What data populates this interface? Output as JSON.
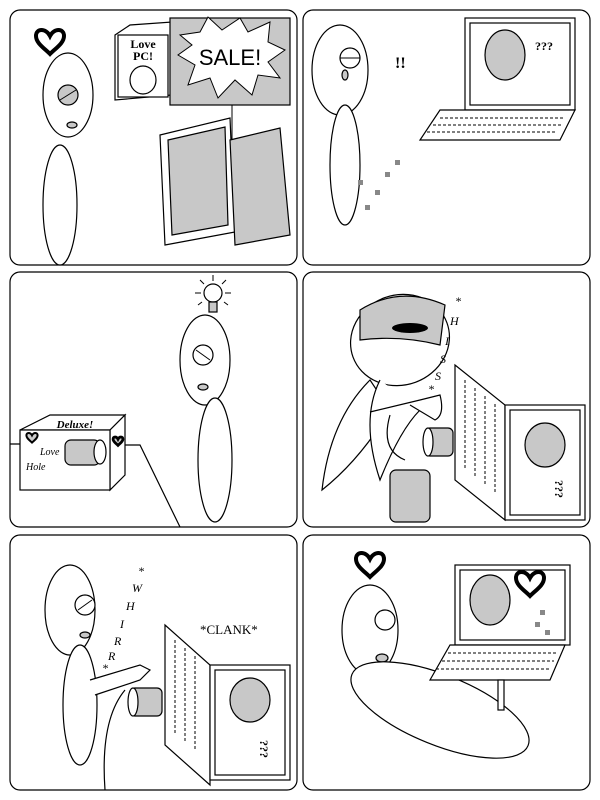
{
  "panels": {
    "p1": {
      "box_label_1": "Love",
      "box_label_2": "PC!",
      "sale": "SALE!"
    },
    "p2": {
      "exclaim": "!!",
      "screen_text": "???"
    },
    "p3": {
      "box_title": "Deluxe!",
      "box_word_1": "Love",
      "box_word_2": "Hole"
    },
    "p4": {
      "sfx": [
        "*",
        "H",
        "I",
        "S",
        "S",
        "*"
      ],
      "screen_text": "???"
    },
    "p5": {
      "sfx": [
        "*",
        "W",
        "H",
        "I",
        "R",
        "R",
        "*"
      ],
      "clank": "*CLANK*",
      "screen_text": "???"
    },
    "p6": {}
  },
  "colors": {
    "heart": "#000000",
    "gray": "#c8c8c8",
    "panel_border": "#000000"
  }
}
